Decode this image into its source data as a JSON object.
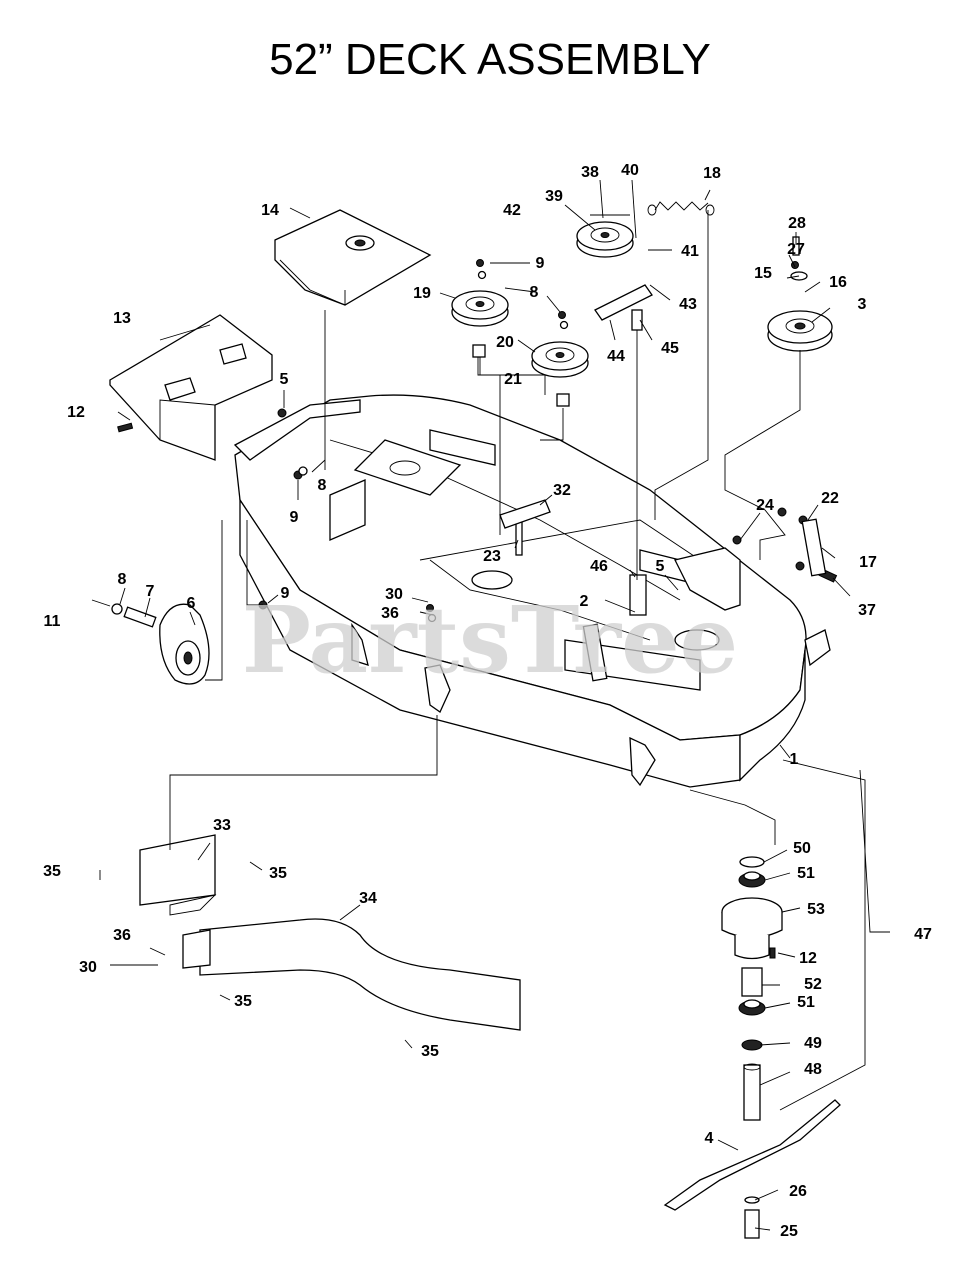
{
  "title": "52” DECK ASSEMBLY",
  "watermark": "PartsTree",
  "callouts": [
    {
      "id": "c1",
      "text": "1"
    },
    {
      "id": "c2",
      "text": "2"
    },
    {
      "id": "c3",
      "text": "3"
    },
    {
      "id": "c4",
      "text": "4"
    },
    {
      "id": "c5a",
      "text": "5"
    },
    {
      "id": "c5b",
      "text": "5"
    },
    {
      "id": "c6",
      "text": "6"
    },
    {
      "id": "c7",
      "text": "7"
    },
    {
      "id": "c8a",
      "text": "8"
    },
    {
      "id": "c8b",
      "text": "8"
    },
    {
      "id": "c8c",
      "text": "8"
    },
    {
      "id": "c9a",
      "text": "9"
    },
    {
      "id": "c9b",
      "text": "9"
    },
    {
      "id": "c9c",
      "text": "9"
    },
    {
      "id": "c11",
      "text": "11"
    },
    {
      "id": "c12a",
      "text": "12"
    },
    {
      "id": "c12b",
      "text": "12"
    },
    {
      "id": "c13",
      "text": "13"
    },
    {
      "id": "c14",
      "text": "14"
    },
    {
      "id": "c15",
      "text": "15"
    },
    {
      "id": "c16",
      "text": "16"
    },
    {
      "id": "c17",
      "text": "17"
    },
    {
      "id": "c18",
      "text": "18"
    },
    {
      "id": "c19",
      "text": "19"
    },
    {
      "id": "c20",
      "text": "20"
    },
    {
      "id": "c21",
      "text": "21"
    },
    {
      "id": "c22",
      "text": "22"
    },
    {
      "id": "c23",
      "text": "23"
    },
    {
      "id": "c24",
      "text": "24"
    },
    {
      "id": "c25",
      "text": "25"
    },
    {
      "id": "c26",
      "text": "26"
    },
    {
      "id": "c27",
      "text": "27"
    },
    {
      "id": "c28",
      "text": "28"
    },
    {
      "id": "c30a",
      "text": "30"
    },
    {
      "id": "c30b",
      "text": "30"
    },
    {
      "id": "c32",
      "text": "32"
    },
    {
      "id": "c33",
      "text": "33"
    },
    {
      "id": "c34",
      "text": "34"
    },
    {
      "id": "c35a",
      "text": "35"
    },
    {
      "id": "c35b",
      "text": "35"
    },
    {
      "id": "c35c",
      "text": "35"
    },
    {
      "id": "c35d",
      "text": "35"
    },
    {
      "id": "c36a",
      "text": "36"
    },
    {
      "id": "c36b",
      "text": "36"
    },
    {
      "id": "c37",
      "text": "37"
    },
    {
      "id": "c38",
      "text": "38"
    },
    {
      "id": "c39",
      "text": "39"
    },
    {
      "id": "c40",
      "text": "40"
    },
    {
      "id": "c41",
      "text": "41"
    },
    {
      "id": "c42",
      "text": "42"
    },
    {
      "id": "c43",
      "text": "43"
    },
    {
      "id": "c44",
      "text": "44"
    },
    {
      "id": "c45",
      "text": "45"
    },
    {
      "id": "c46",
      "text": "46"
    },
    {
      "id": "c47",
      "text": "47"
    },
    {
      "id": "c48",
      "text": "48"
    },
    {
      "id": "c49",
      "text": "49"
    },
    {
      "id": "c50",
      "text": "50"
    },
    {
      "id": "c51a",
      "text": "51"
    },
    {
      "id": "c51b",
      "text": "51"
    },
    {
      "id": "c52",
      "text": "52"
    },
    {
      "id": "c53",
      "text": "53"
    }
  ]
}
